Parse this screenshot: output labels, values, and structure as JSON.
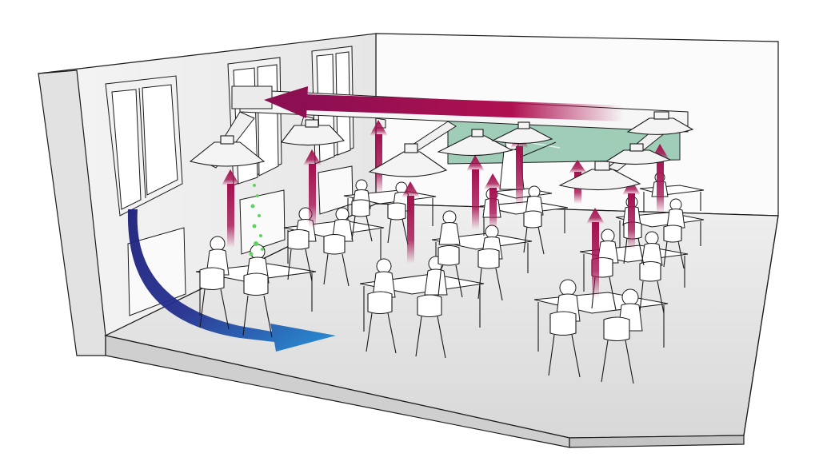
{
  "scene": {
    "type": "classroom-ventilation-illustration",
    "colors": {
      "background": "#ffffff",
      "wall": "#ececec",
      "wall_shadow": "#d9d9d9",
      "floor": "#e4e4e4",
      "outline": "#1a1a1a",
      "board": "#9fcdb8",
      "exhaust_arrow": "#a3104f",
      "fresh_air_start": "#1c1f7a",
      "fresh_air_end": "#1f8fd6",
      "aerosol": "#5fd35f",
      "hood": "#f4f4f4"
    },
    "hoods": [
      {
        "name": "hood-1"
      },
      {
        "name": "hood-2"
      },
      {
        "name": "hood-3"
      },
      {
        "name": "hood-4"
      },
      {
        "name": "hood-5"
      },
      {
        "name": "hood-6"
      },
      {
        "name": "hood-7"
      }
    ],
    "updraft_arrows": 11,
    "desks": 12
  }
}
